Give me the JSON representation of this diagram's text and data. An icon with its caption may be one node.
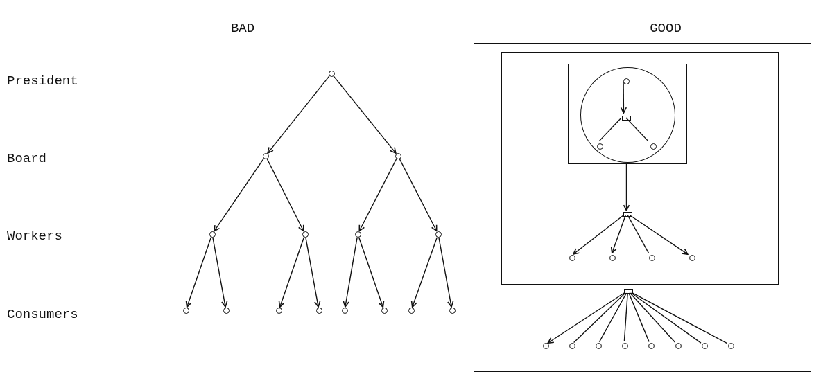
{
  "diagram": {
    "nodes": [
      {
        "text": [],
        "shape": "circle"
      },
      {
        "text": [],
        "shape": "circle"
      },
      {
        "text": [],
        "shape": "circle"
      },
      {
        "text": [],
        "shape": "circle"
      },
      {
        "text": [],
        "shape": "circle"
      },
      {
        "text": [],
        "shape": "circle"
      },
      {
        "text": [],
        "shape": "circle"
      },
      {
        "text": [],
        "shape": "circle"
      },
      {
        "text": [],
        "shape": "circle"
      },
      {
        "text": [],
        "shape": "circle"
      },
      {
        "text": [],
        "shape": "circle"
      },
      {
        "text": [],
        "shape": "circle"
      },
      {
        "text": [],
        "shape": "circle"
      },
      {
        "text": [],
        "shape": "circle"
      },
      {
        "text": [],
        "shape": "circle"
      },
      {
        "text": [],
        "shape": "box"
      },
      {
        "text": [],
        "shape": "box",
        "in": 15
      },
      {
        "text": [],
        "shape": "box",
        "in": 16
      },
      {
        "text": [],
        "shape": "circle",
        "in": 17
      },
      {
        "text": [],
        "shape": "circle",
        "in": 18
      },
      {
        "text": [],
        "shape": "box",
        "in": 18
      },
      {
        "text": [],
        "shape": "circle",
        "in": 18
      },
      {
        "text": [],
        "shape": "circle",
        "in": 18
      },
      {
        "text": [],
        "shape": "box",
        "in": 16
      },
      {
        "text": [],
        "shape": "circle",
        "in": 16
      },
      {
        "text": [],
        "shape": "circle",
        "in": 16
      },
      {
        "text": [],
        "shape": "circle",
        "in": 16
      },
      {
        "text": [],
        "shape": "circle",
        "in": 16
      },
      {
        "text": [],
        "shape": "box",
        "in": 15
      },
      {
        "text": [],
        "shape": "circle",
        "in": 15
      },
      {
        "text": [],
        "shape": "circle",
        "in": 15
      },
      {
        "text": [],
        "shape": "circle",
        "in": 15
      },
      {
        "text": [],
        "shape": "circle",
        "in": 15
      },
      {
        "text": [],
        "shape": "circle",
        "in": 15
      },
      {
        "text": [],
        "shape": "circle",
        "in": 15
      },
      {
        "text": [],
        "shape": "circle",
        "in": 15
      },
      {
        "text": [],
        "shape": "circle",
        "in": 15
      }
    ],
    "edges": [
      {
        "from": 0,
        "to": 1,
        "arrow": "to"
      },
      {
        "from": 0,
        "to": 2,
        "arrow": "to"
      },
      {
        "from": 1,
        "to": 3,
        "arrow": "to"
      },
      {
        "from": 1,
        "to": 4,
        "arrow": "to"
      },
      {
        "from": 2,
        "to": 5,
        "arrow": "to"
      },
      {
        "from": 2,
        "to": 6,
        "arrow": "to"
      },
      {
        "from": 3,
        "to": 7,
        "arrow": "to"
      },
      {
        "from": 3,
        "to": 8,
        "arrow": "to"
      },
      {
        "from": 4,
        "to": 9,
        "arrow": "to"
      },
      {
        "from": 4,
        "to": 10,
        "arrow": "to"
      },
      {
        "from": 5,
        "to": 11,
        "arrow": "to"
      },
      {
        "from": 5,
        "to": 12,
        "arrow": "to"
      },
      {
        "from": 6,
        "to": 13,
        "arrow": "to"
      },
      {
        "from": 6,
        "to": 14,
        "arrow": "to"
      },
      {
        "from": 19,
        "to": 20,
        "arrow": "to"
      },
      {
        "from": 20,
        "to": 21,
        "arrow": "none"
      },
      {
        "from": 20,
        "to": 22,
        "arrow": "none"
      },
      {
        "from": 17,
        "to": 23,
        "arrow": "to"
      },
      {
        "from": 23,
        "to": 24,
        "arrow": "to"
      },
      {
        "from": 23,
        "to": 25,
        "arrow": "to"
      },
      {
        "from": 23,
        "to": 26,
        "arrow": "none"
      },
      {
        "from": 23,
        "to": 27,
        "arrow": "to"
      },
      {
        "from": 28,
        "to": 29,
        "arrow": "to"
      },
      {
        "from": 28,
        "to": 30,
        "arrow": "none"
      },
      {
        "from": 28,
        "to": 31,
        "arrow": "none"
      },
      {
        "from": 28,
        "to": 32,
        "arrow": "none"
      },
      {
        "from": 28,
        "to": 33,
        "arrow": "none"
      },
      {
        "from": 28,
        "to": 34,
        "arrow": "none"
      },
      {
        "from": 28,
        "to": 35,
        "arrow": "none"
      },
      {
        "from": 28,
        "to": 36,
        "arrow": "none"
      }
    ],
    "labels": [
      "BAD",
      "GOOD",
      "President",
      "Board",
      "Workers",
      "Consumers"
    ]
  }
}
